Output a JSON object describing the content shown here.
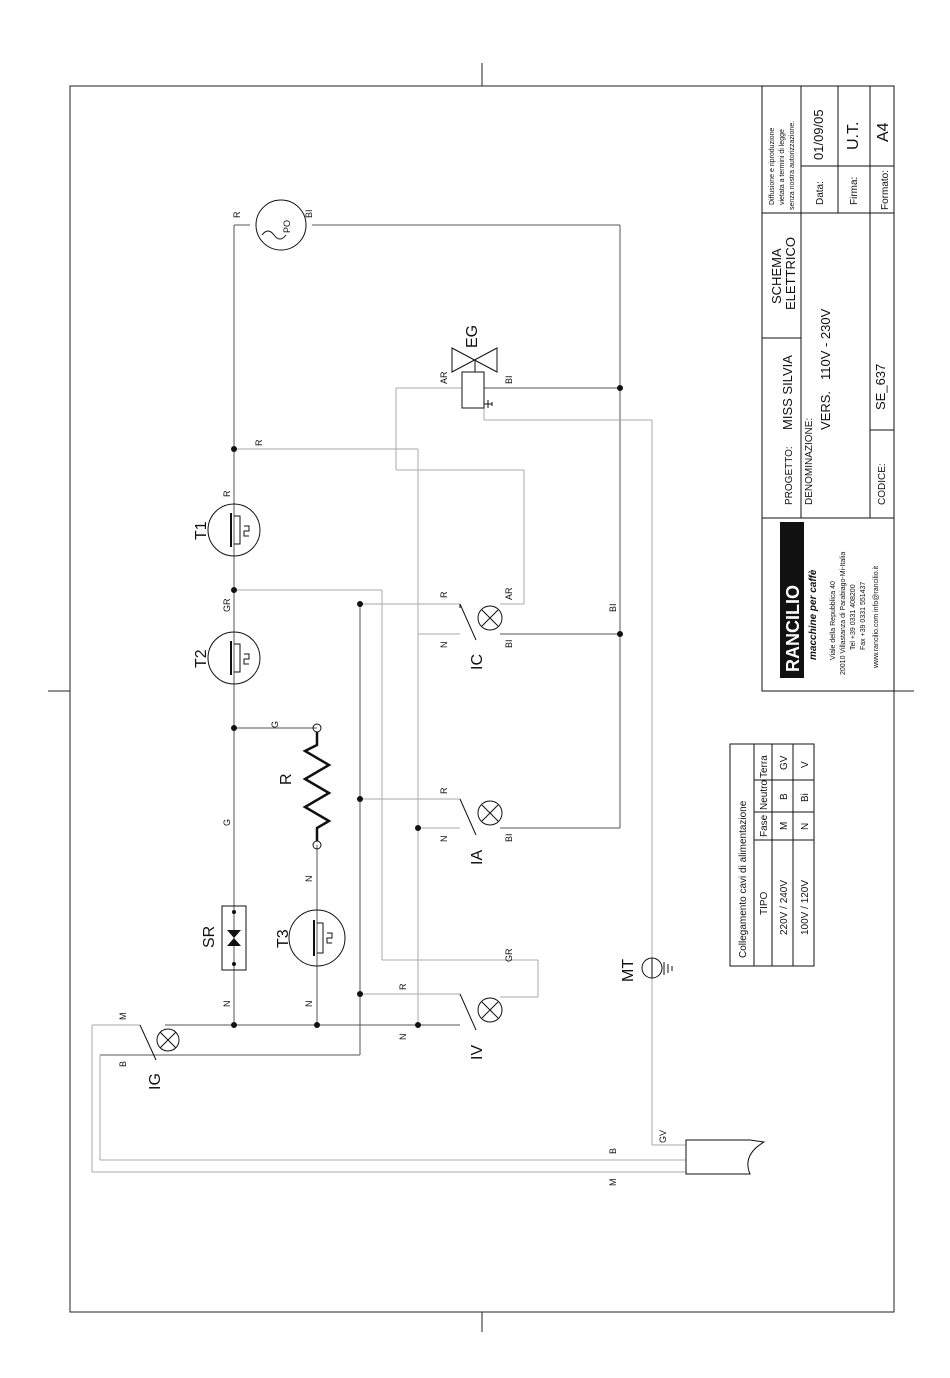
{
  "components": {
    "po": "PO",
    "eg": "EG",
    "t1": "T1",
    "t2": "T2",
    "t3": "T3",
    "r": "R",
    "sr": "SR",
    "ic": "IC",
    "ia": "IA",
    "iv": "IV",
    "ig": "IG",
    "mt": "MT"
  },
  "wire_labels": {
    "R": "R",
    "BI": "BI",
    "AR": "AR",
    "G": "G",
    "GR": "GR",
    "N": "N",
    "M": "M",
    "B": "B",
    "GV": "GV"
  },
  "cable_table": {
    "title": "Collegamento cavi di alimentazione",
    "headers": [
      "TIPO",
      "Fase",
      "Neutro",
      "Terra"
    ],
    "rows": [
      [
        "220V / 240V",
        "M",
        "B",
        "GV"
      ],
      [
        "100V / 120V",
        "N",
        "Bi",
        "V"
      ]
    ]
  },
  "title_block": {
    "brand": "RANCILIO",
    "tagline": "macchine per caffè",
    "address_lines": [
      "Viale della Repubblica 40",
      "20010 Villastanza di Parabiago-Mi-Italia",
      "Tel +39 0331 408200",
      "Fax +39 0331 551437",
      "www.rancilio.com    info@rancilio.it"
    ],
    "progetto_label": "PROGETTO:",
    "progetto_value": "MISS SILVIA",
    "schema_line1": "SCHEMA",
    "schema_line2": "ELETTRICO",
    "denominazione_label": "DENOMINAZIONE:",
    "vers_label": "VERS.",
    "vers_value": "110V - 230V",
    "codice_label": "CODICE:",
    "codice_value": "SE_637",
    "notice_lines": [
      "Diffusione e riproduzione",
      "vietata a termini di legge",
      "senza nostra autorizzazione."
    ],
    "data_label": "Data:",
    "data_value": "01/09/05",
    "firma_label": "Firma:",
    "firma_value": "U.T.",
    "formato_label": "Formato:",
    "formato_value": "A4"
  }
}
